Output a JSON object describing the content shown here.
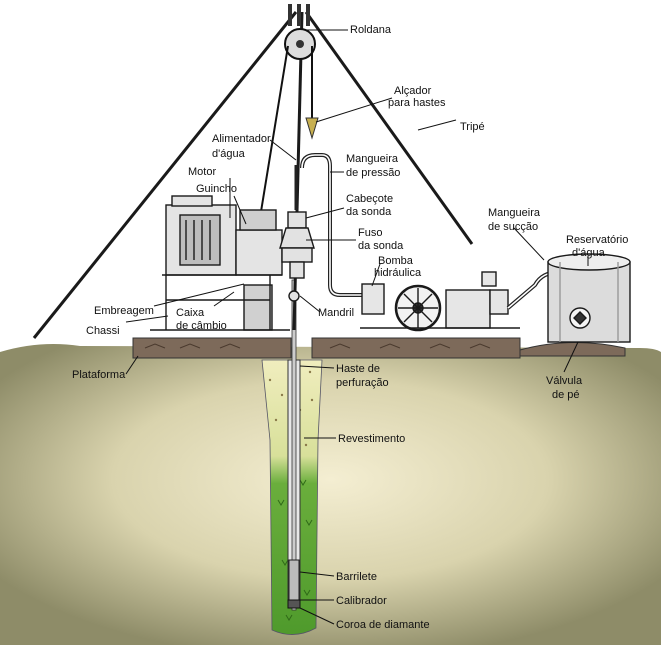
{
  "colors": {
    "ground": "#9c9a74",
    "ground_light": "#efe7c4",
    "platform": "#7d6a5a",
    "core_green": "#5a9e32",
    "steel": "#dcdcdc",
    "line": "#1a1a1a"
  },
  "labels": {
    "roldana": "Roldana",
    "alcador_1": "Alçador",
    "alcador_2": "para hastes",
    "tripe": "Tripé",
    "alimentador_1": "Alimentador",
    "alimentador_2": "d'água",
    "mangueira_pressao_1": "Mangueira",
    "mangueira_pressao_2": "de pressão",
    "motor": "Motor",
    "guincho": "Guincho",
    "cabecote_1": "Cabeçote",
    "cabecote_2": "da sonda",
    "fuso_1": "Fuso",
    "fuso_2": "da sonda",
    "mangueira_succao_1": "Mangueira",
    "mangueira_succao_2": "de sucção",
    "reservatorio_1": "Reservatório",
    "reservatorio_2": "d'água",
    "bomba_1": "Bomba",
    "bomba_2": "hidráulica",
    "embreagem": "Embreagem",
    "chassi": "Chassi",
    "caixa_1": "Caixa",
    "caixa_2": "de câmbio",
    "mandril": "Mandril",
    "plataforma": "Plataforma",
    "haste_1": "Haste de",
    "haste_2": "perfuração",
    "valvula_1": "Válvula",
    "valvula_2": "de pé",
    "revestimento": "Revestimento",
    "barrilete": "Barrilete",
    "calibrador": "Calibrador",
    "coroa": "Coroa de diamante"
  }
}
